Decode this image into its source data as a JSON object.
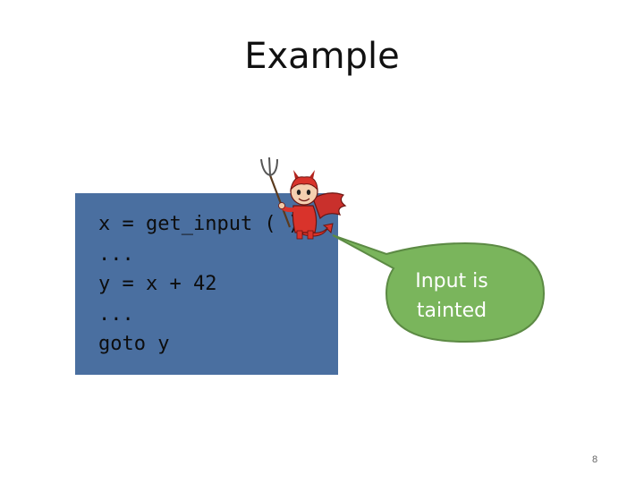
{
  "slide": {
    "title": "Example",
    "code_lines": [
      "x = get_input ( )",
      "...",
      "y = x + 42",
      "...",
      "goto y"
    ],
    "callout_text_line1": "Input is",
    "callout_text_line2": "tainted",
    "page_number": "8",
    "colors": {
      "code_background": "#4a6fa0",
      "callout_fill": "#7ab55c",
      "callout_border": "#5c8a44",
      "devil_red": "#d9332b"
    },
    "icons": {
      "devil": "devil-with-pitchfork-icon"
    }
  }
}
